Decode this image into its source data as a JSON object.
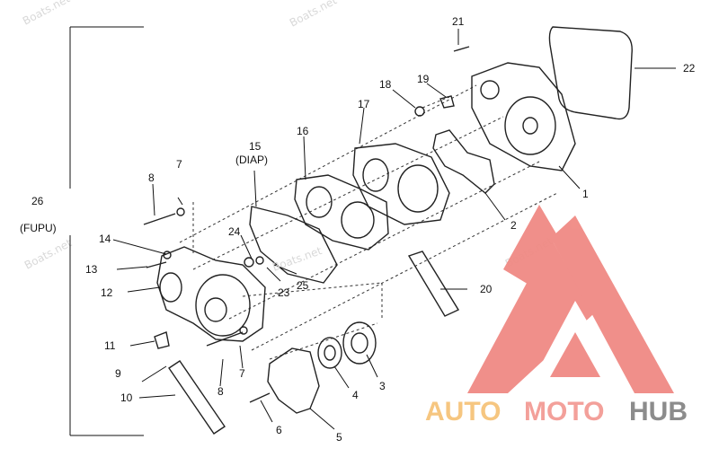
{
  "watermark": "Boats.net",
  "watermark_copyright": "©",
  "group_label": "26",
  "group_sublabel": "(FUPU)",
  "diap_label": "(DIAP)",
  "logo": {
    "part1": "AUTO",
    "part2": "MOTO",
    "part3": "HUB",
    "colors": {
      "auto": "#f6c680",
      "moto": "#f3a09a",
      "hub": "#8c8c8c",
      "triangle": "#f08a84"
    }
  },
  "callouts": [
    "1",
    "2",
    "3",
    "4",
    "5",
    "6",
    "7",
    "8",
    "9",
    "10",
    "11",
    "12",
    "13",
    "14",
    "15",
    "16",
    "17",
    "18",
    "19",
    "20",
    "21",
    "22",
    "23",
    "24",
    "25",
    "7",
    "8"
  ]
}
